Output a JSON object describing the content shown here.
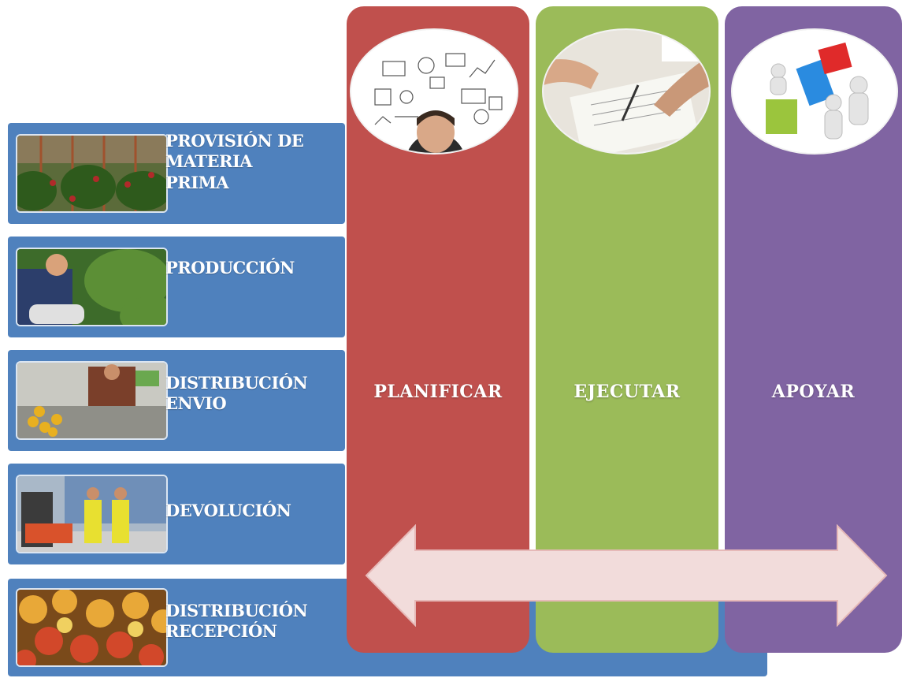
{
  "rows": [
    {
      "label": "PROVISIÓN DE MATERIA PRIMA",
      "lines": [
        "PROVISIÓN DE",
        "MATERIA",
        "PRIMA"
      ],
      "image": "rose-greenhouse-photo"
    },
    {
      "label": "PRODUCCIÓN",
      "lines": [
        "PRODUCCIÓN"
      ],
      "image": "worker-harvesting-photo"
    },
    {
      "label": "DISTRIBUCIÓN ENVIO",
      "lines": [
        "DISTRIBUCIÓN",
        "ENVIO"
      ],
      "image": "packing-line-photo"
    },
    {
      "label": "DEVOLUCIÓN",
      "lines": [
        "DEVOLUCIÓN"
      ],
      "image": "warehouse-forklift-photo"
    },
    {
      "label": "DISTRIBUCIÓN RECEPCIÓN",
      "lines": [
        "DISTRIBUCIÓN",
        "RECEPCIÓN"
      ],
      "image": "roses-closeup-photo"
    }
  ],
  "columns": [
    {
      "label": "PLANIFICAR",
      "color": "#c0504d",
      "image": "analytics-person-photo"
    },
    {
      "label": "EJECUTAR",
      "color": "#9bbb59",
      "image": "meeting-hands-photo"
    },
    {
      "label": "APOYAR",
      "color": "#8064a2",
      "image": "solution-blocks-photo"
    }
  ],
  "colors": {
    "row_band": "#4f81bd",
    "arrow_fill": "#f2dcdb",
    "arrow_stroke": "#e6b9b8"
  },
  "icons": {
    "double_arrow": "double-headed-arrow"
  }
}
